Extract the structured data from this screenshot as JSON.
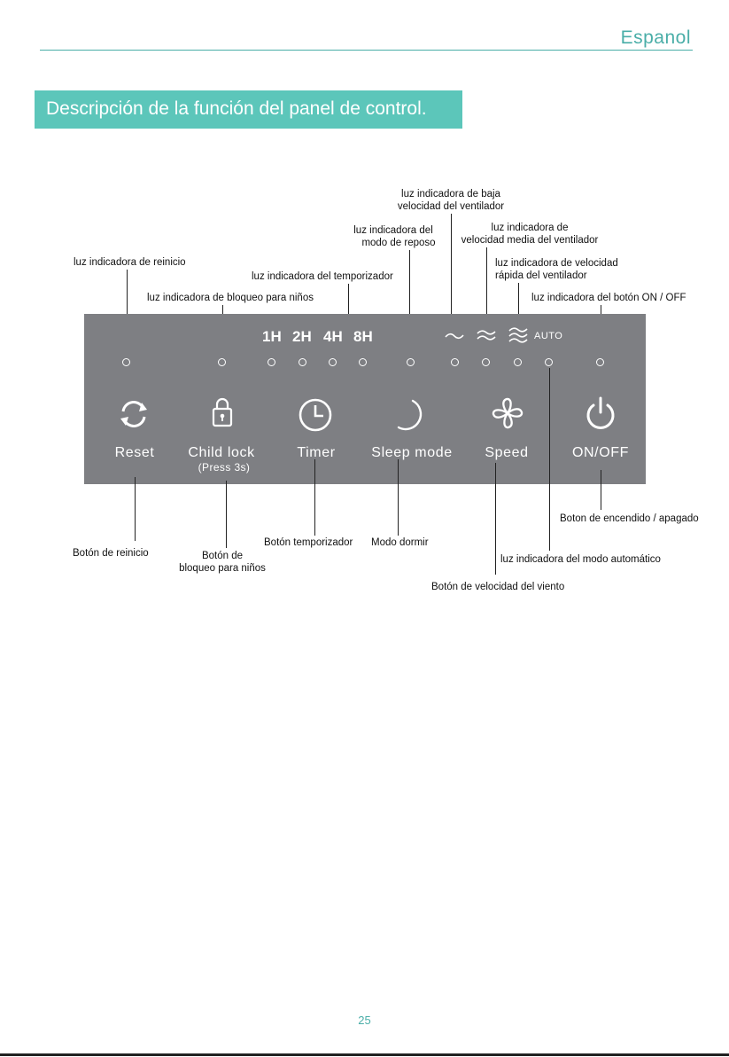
{
  "header": {
    "language": "Espanol"
  },
  "title": "Descripción de la función del panel de control.",
  "top_labels": {
    "reset_light": "luz indicadora de reinicio",
    "child_lock_light": "luz indicadora de bloqueo para niños",
    "timer_light": "luz indicadora del temporizador",
    "sleep_light_1": "luz indicadora del",
    "sleep_light_2": "modo de reposo",
    "low_speed_1": "luz indicadora de baja",
    "low_speed_2": "velocidad del ventilador",
    "mid_speed_1": "luz indicadora de",
    "mid_speed_2": "velocidad media del ventilador",
    "high_speed_1": "luz indicadora de velocidad",
    "high_speed_2": "rápida del ventilador",
    "power_light": "luz indicadora del botón ON / OFF"
  },
  "panel": {
    "timers": [
      "1H",
      "2H",
      "4H",
      "8H"
    ],
    "auto": "AUTO",
    "buttons": {
      "reset": "Reset",
      "child_lock": "Child lock",
      "child_lock_sub": "(Press 3s)",
      "timer": "Timer",
      "sleep": "Sleep mode",
      "speed": "Speed",
      "power": "ON/OFF"
    },
    "icons": [
      "reset-icon",
      "lock-icon",
      "clock-icon",
      "moon-icon",
      "fan-icon",
      "power-icon",
      "low-wave-icon",
      "mid-wave-icon",
      "high-wave-icon"
    ]
  },
  "bottom_labels": {
    "reset_btn": "Botón de reinicio",
    "child_lock_btn_1": "Botón de",
    "child_lock_btn_2": "bloqueo para niños",
    "timer_btn": "Botón temporizador",
    "sleep_btn": "Modo dormir",
    "power_btn": "Boton de encendido / apagado",
    "auto_light": "luz indicadora del modo automático",
    "speed_btn": "Botón de velocidad del viento"
  },
  "page_number": "25",
  "colors": {
    "accent": "#5cc6ba",
    "panel": "#7e7f83",
    "text_accent": "#4aaea8"
  }
}
